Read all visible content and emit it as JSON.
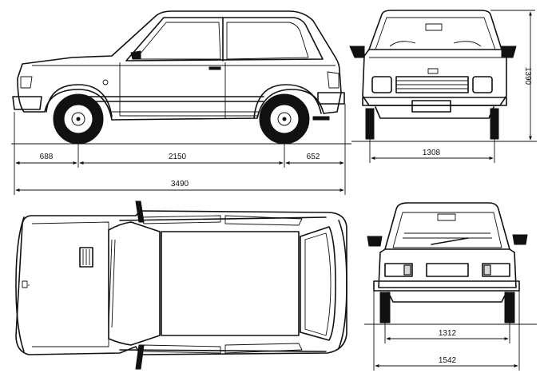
{
  "dimensions": {
    "front_overhang": "688",
    "wheelbase": "2150",
    "rear_overhang": "652",
    "overall_length": "3490",
    "front_track": "1308",
    "height": "1390",
    "rear_track": "1312",
    "overall_width": "1542"
  }
}
